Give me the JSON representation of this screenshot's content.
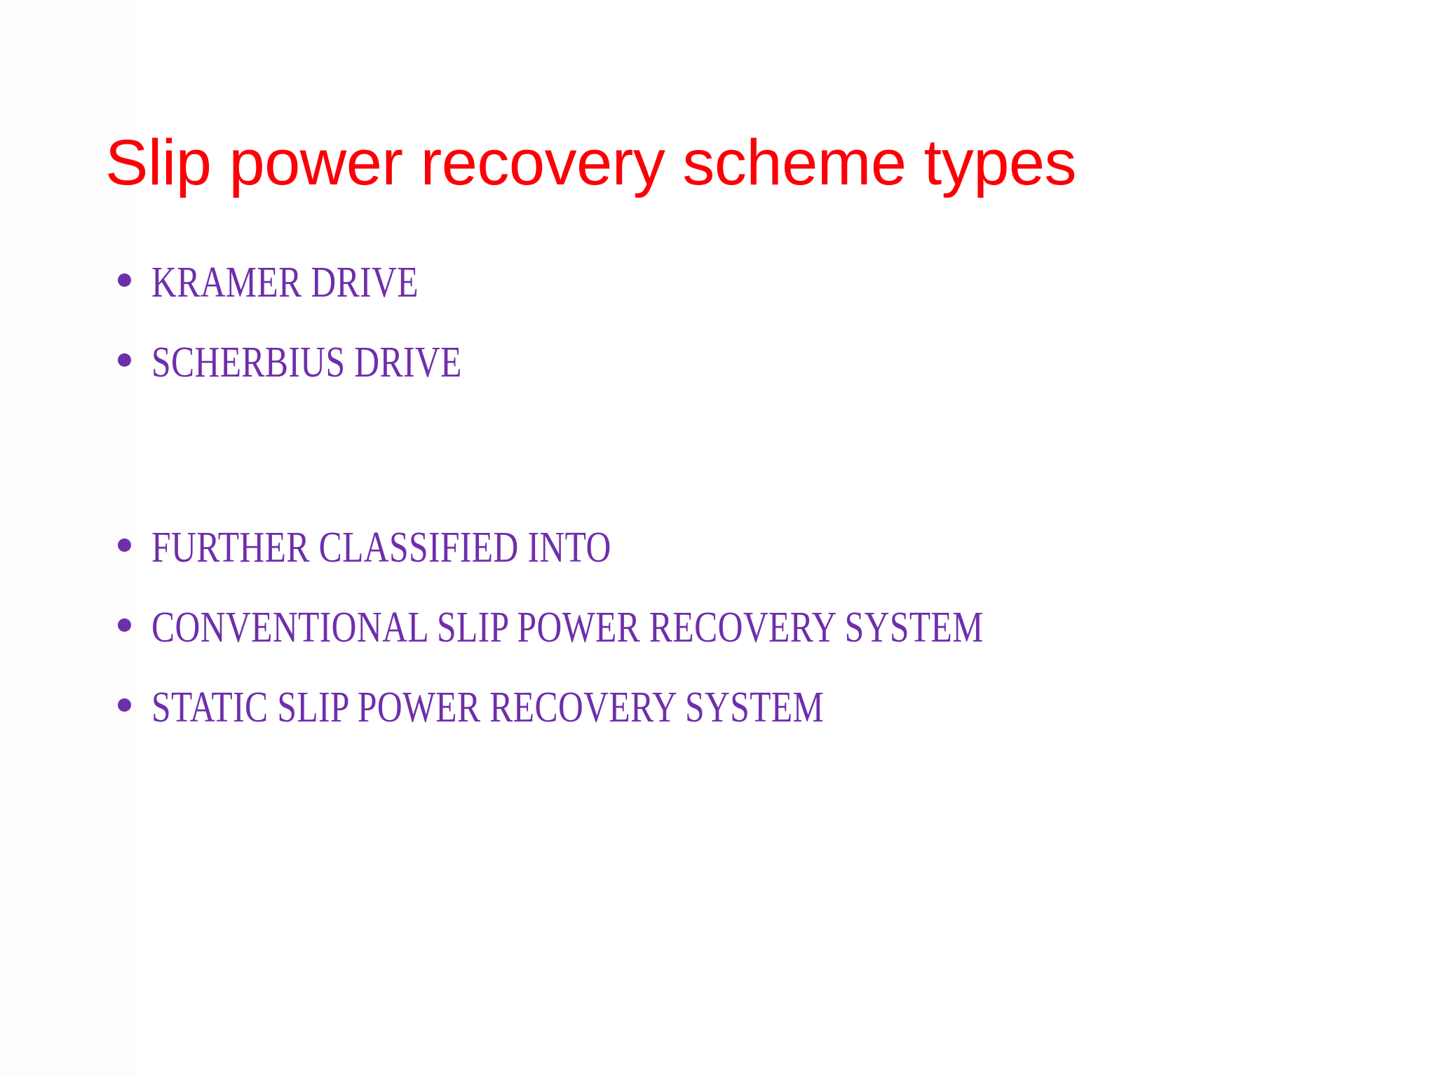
{
  "slide": {
    "title": "Slip power recovery scheme types",
    "title_color": "#fb0007",
    "body_color": "#6f2eab",
    "background_color": "#ffffff",
    "bullets": [
      {
        "label": "KRAMER DRIVE"
      },
      {
        "label": "SCHERBIUS DRIVE"
      },
      {
        "label": "FURTHER CLASSIFIED INTO"
      },
      {
        "label": "CONVENTIONAL SLIP POWER RECOVERY SYSTEM"
      },
      {
        "label": "STATIC SLIP POWER RECOVERY SYSTEM"
      }
    ]
  }
}
